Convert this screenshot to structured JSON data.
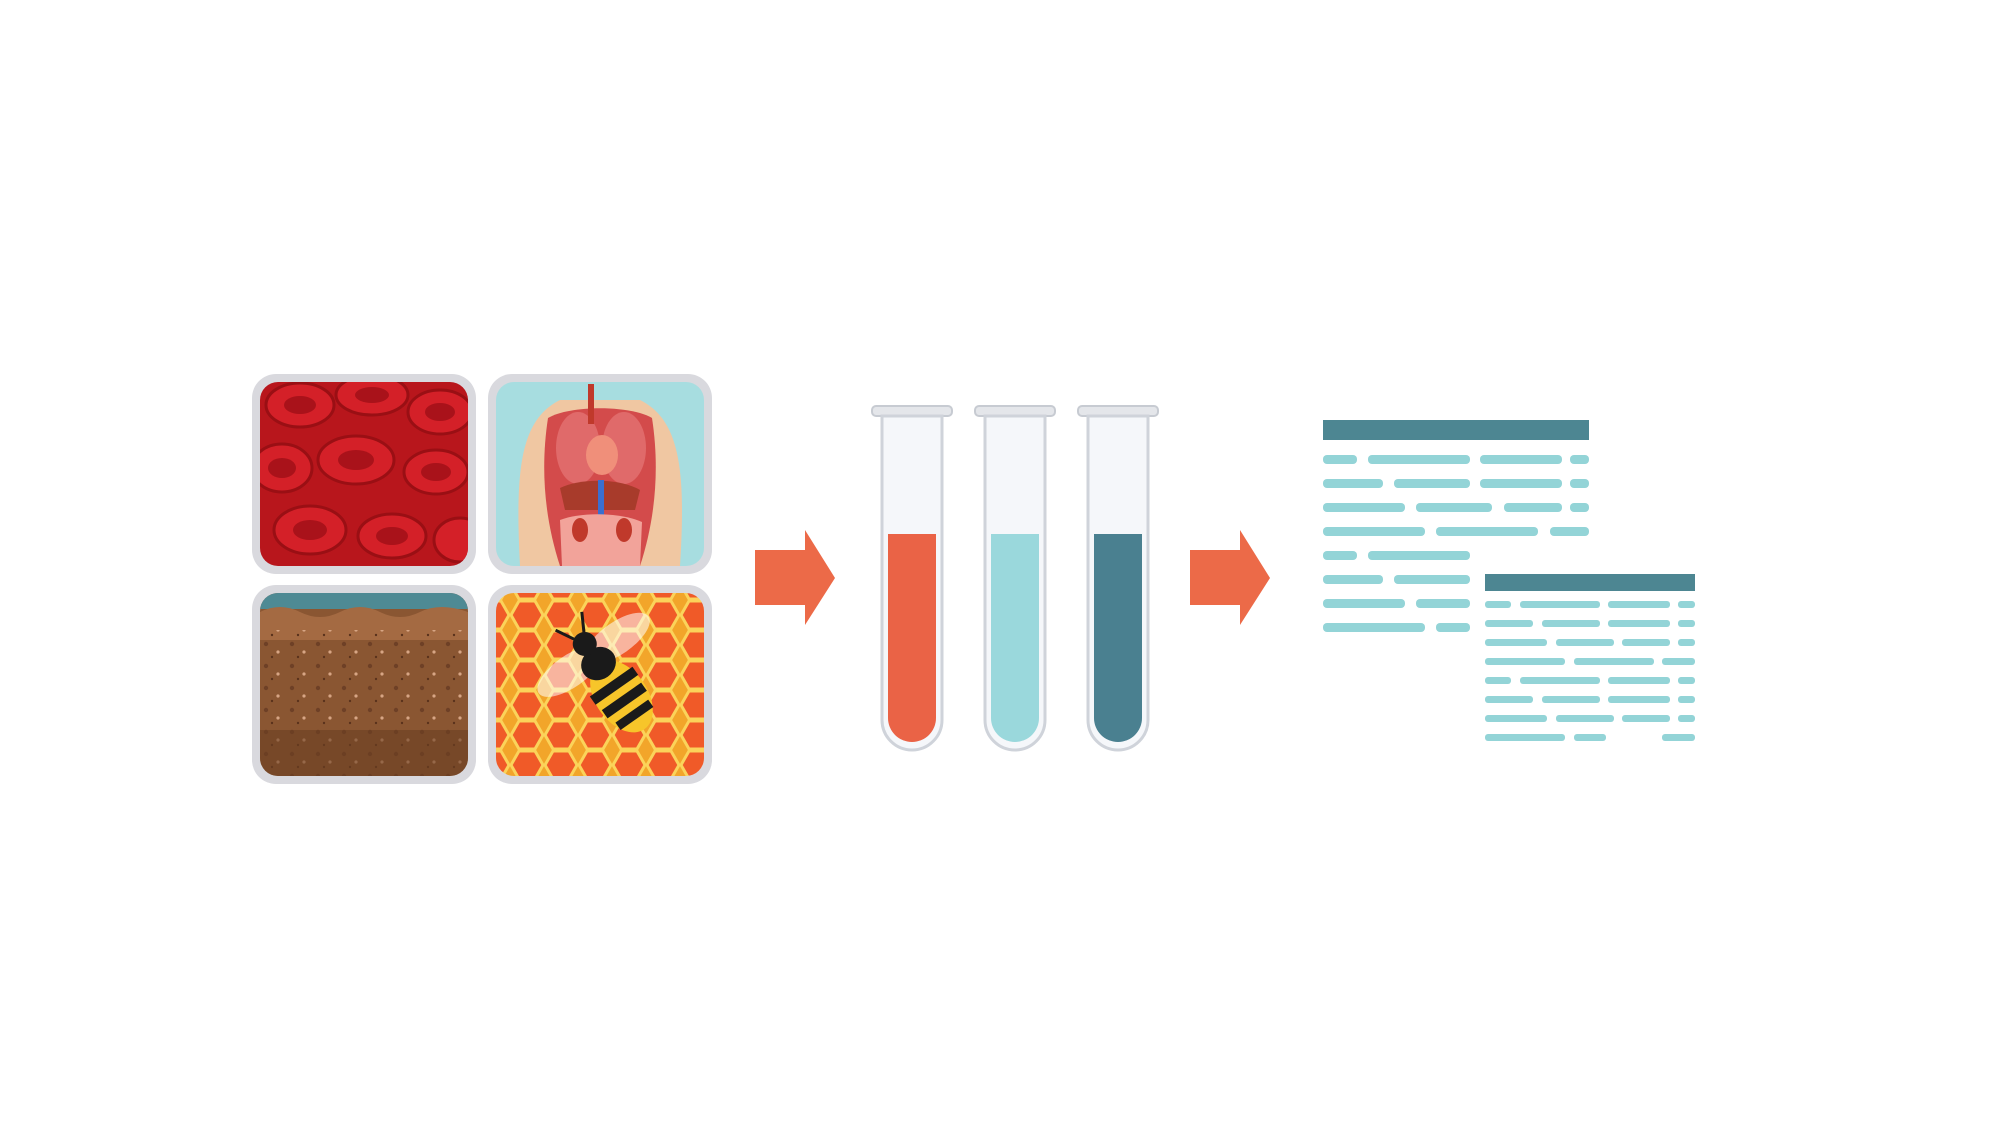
{
  "diagram": {
    "stages": [
      "samples",
      "test-tubes",
      "results"
    ],
    "samples": [
      {
        "name": "blood-cells-icon"
      },
      {
        "name": "human-organs-icon"
      },
      {
        "name": "soil-icon"
      },
      {
        "name": "bee-honeycomb-icon"
      }
    ],
    "tubes": [
      {
        "name": "test-tube-red",
        "fill_color": "#ea6346",
        "fill_level": 0.62
      },
      {
        "name": "test-tube-light-blue",
        "fill_color": "#9ad8dc",
        "fill_level": 0.62
      },
      {
        "name": "test-tube-dark-teal",
        "fill_color": "#4a8090",
        "fill_level": 0.62
      }
    ],
    "colors": {
      "arrow": "#ec6a48",
      "doc_header": "#4d8692",
      "doc_line": "#93d4d7",
      "tile_frame": "#d9d9de"
    }
  }
}
